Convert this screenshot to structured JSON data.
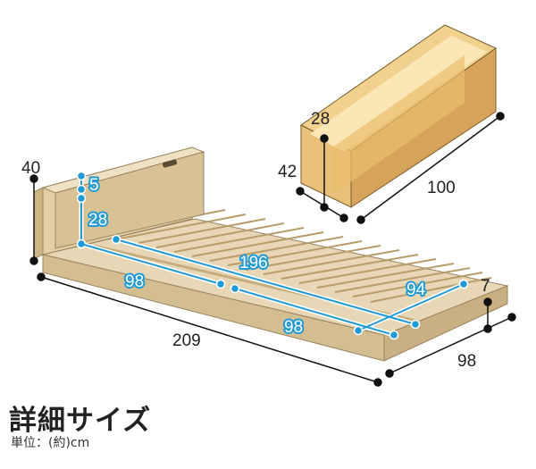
{
  "diagram": {
    "title": "詳細サイズ",
    "unit_note": "単位：(約)cm",
    "dimensions": {
      "headboard_height": "40",
      "headboard_top_thickness": "5",
      "headboard_lower_height": "28",
      "total_length": "209",
      "frame_width": "98",
      "frame_height": "7",
      "mattress_length": "196",
      "mattress_width_left": "98",
      "mattress_width_front": "98",
      "mattress_width_right": "94",
      "box_height": "28",
      "box_depth": "42",
      "box_length": "100"
    }
  }
}
